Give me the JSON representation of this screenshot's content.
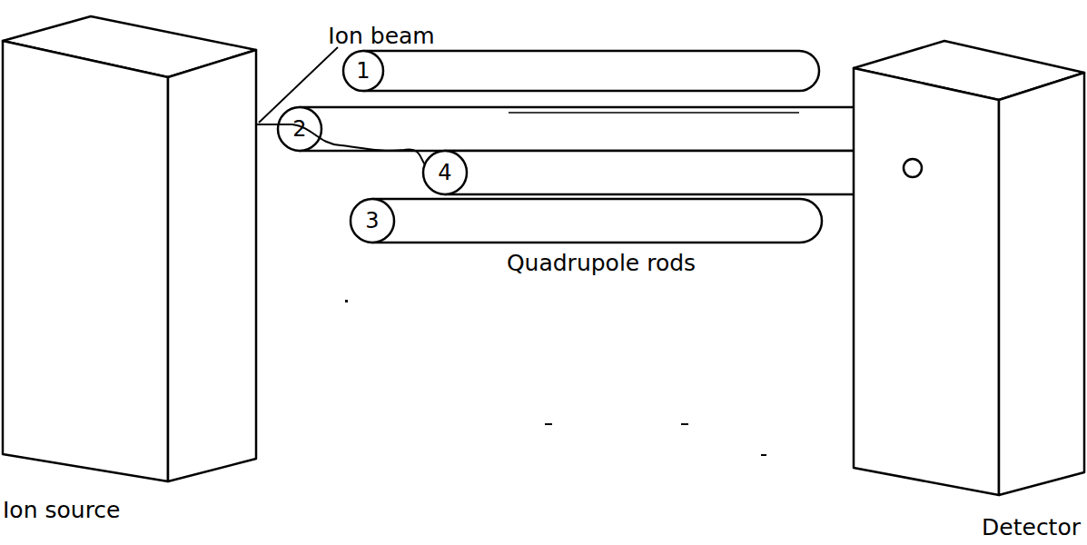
{
  "diagram": {
    "nodes": [
      {
        "text": [
          "Ion source"
        ]
      },
      {
        "text": [
          "Detector"
        ]
      }
    ],
    "labels": [
      "Ion beam",
      "1",
      "2",
      "4",
      "3",
      "Quadrupole rods"
    ]
  }
}
